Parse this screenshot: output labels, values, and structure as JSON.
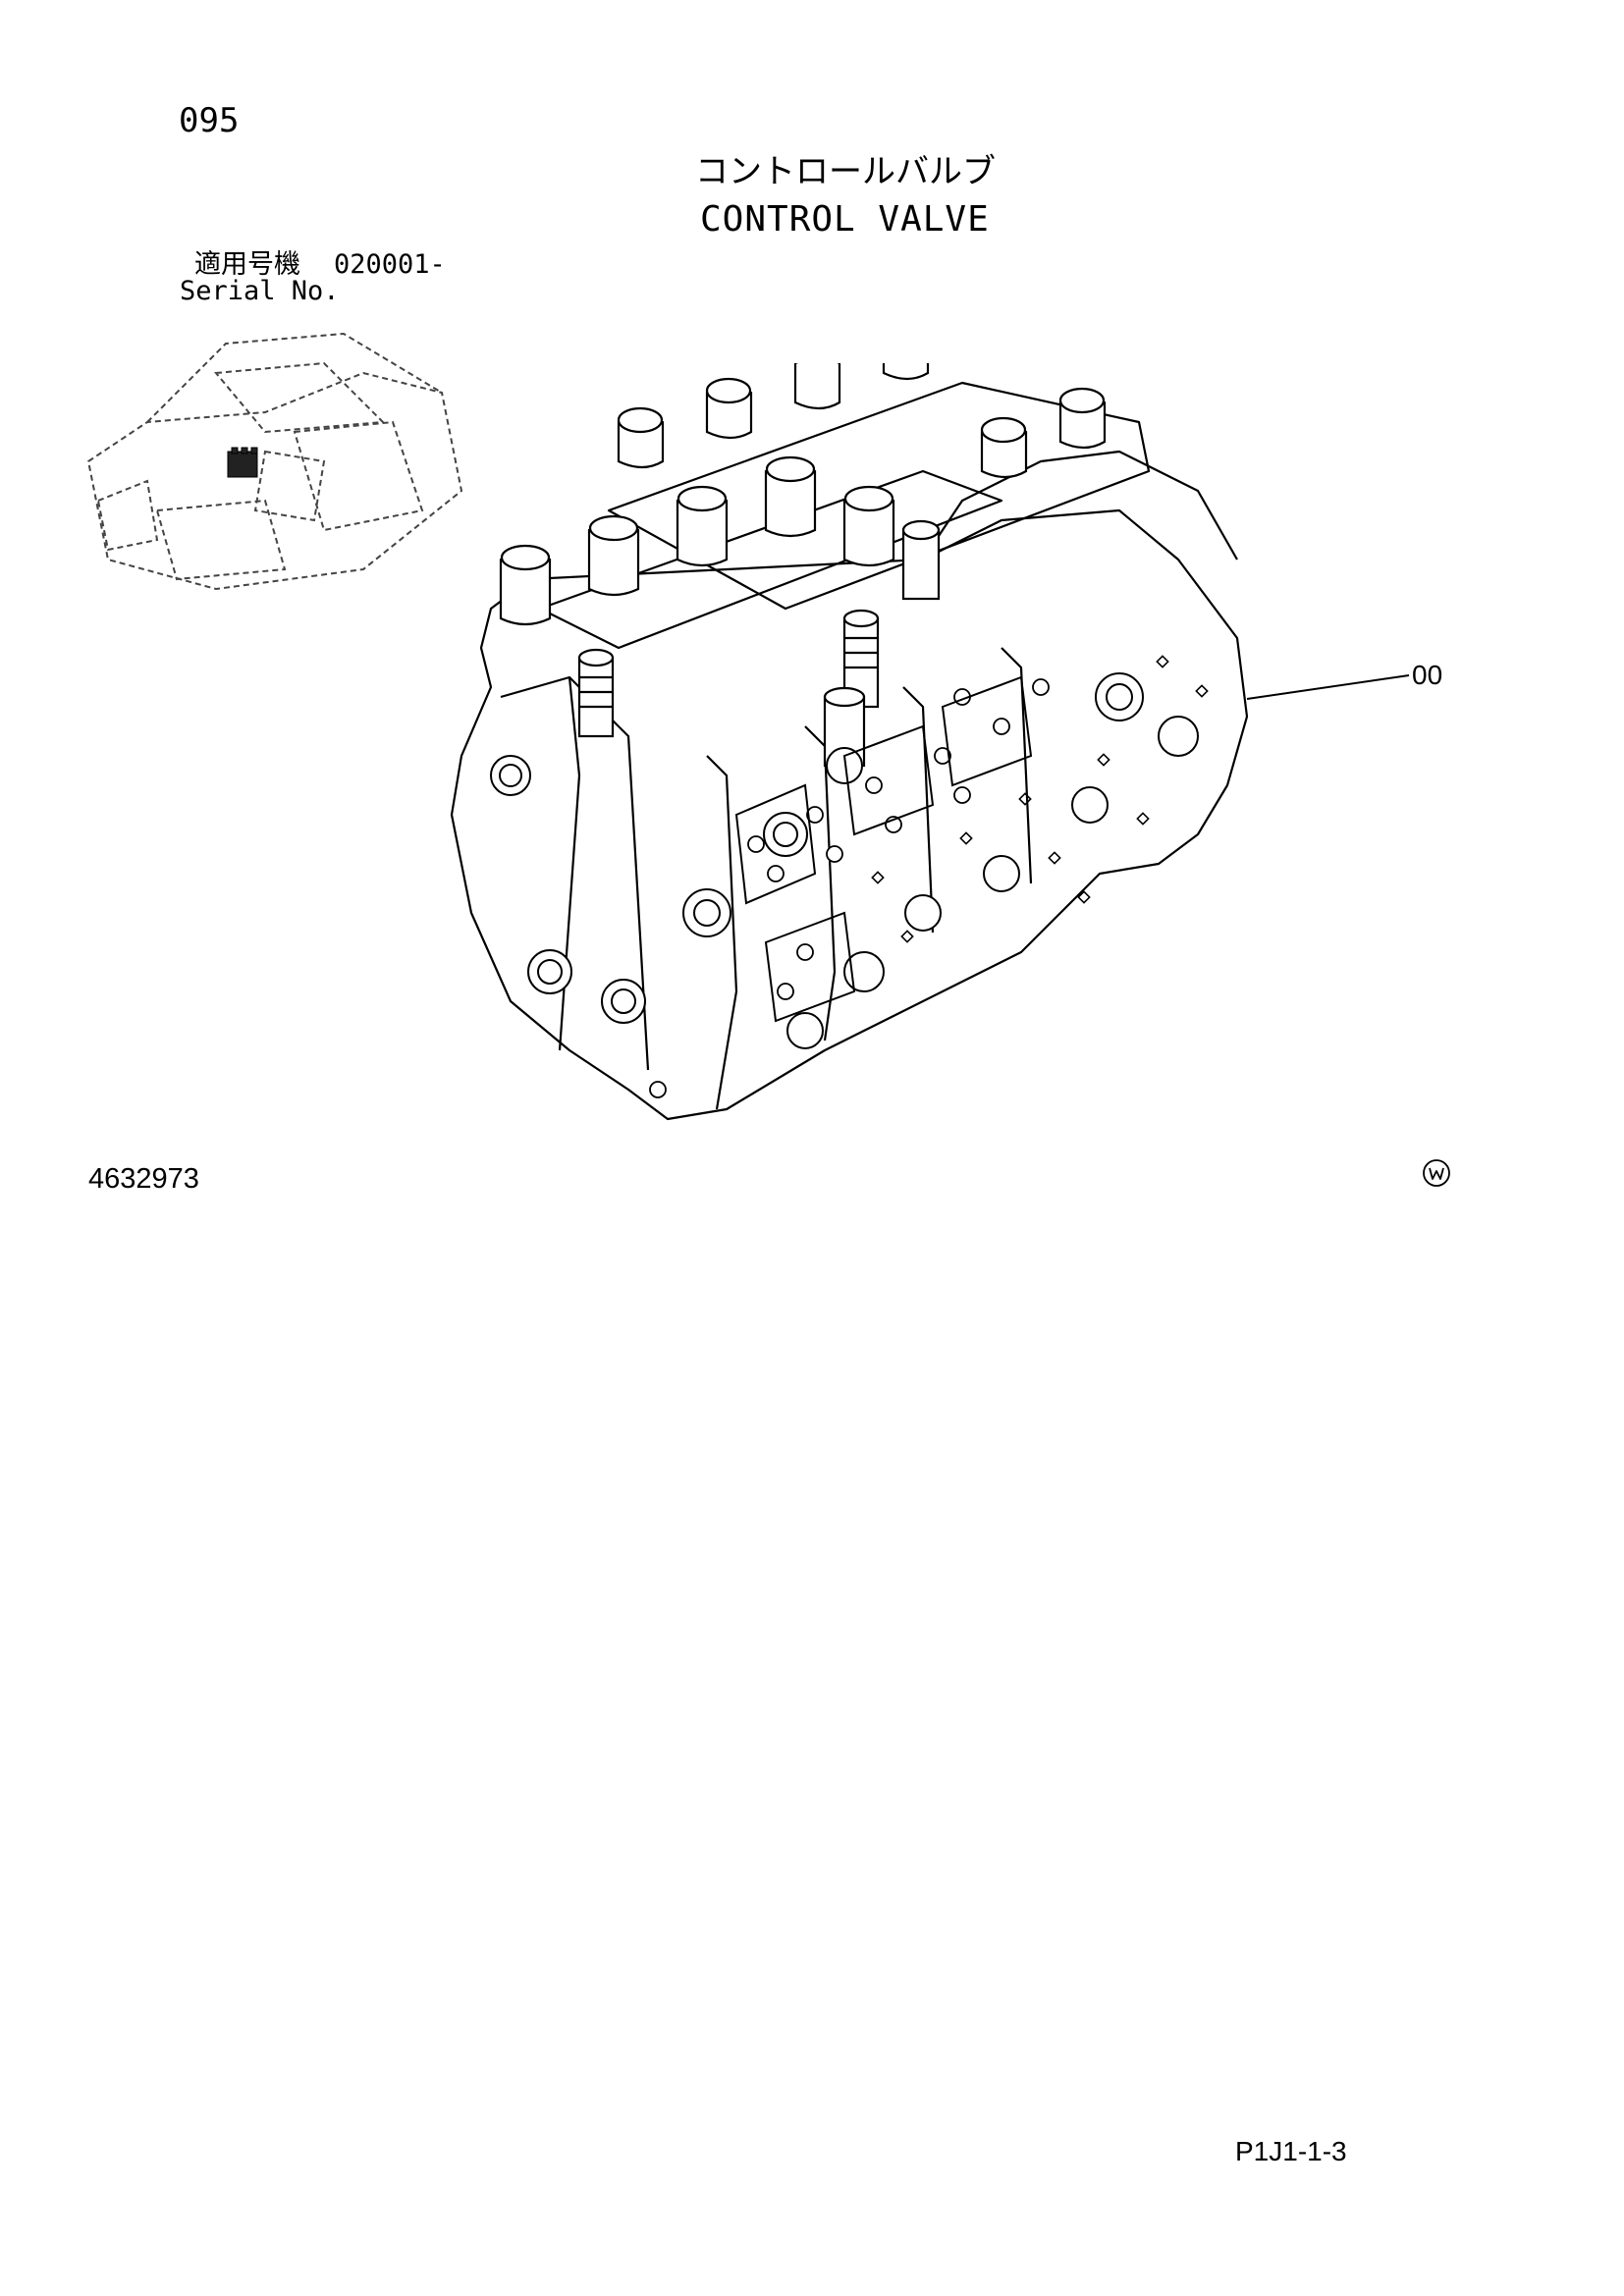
{
  "header": {
    "page_number": "095",
    "title_ja": "コントロールバルブ",
    "title_en": "CONTROL VALVE"
  },
  "serial": {
    "label_ja": "適用号機",
    "number": "020001-",
    "label_en": "Serial No."
  },
  "figure": {
    "callout": "00",
    "part_number": "4632973",
    "mark_icon": "circled-w-mark"
  },
  "footer": {
    "code": "P1J1-1-3"
  }
}
